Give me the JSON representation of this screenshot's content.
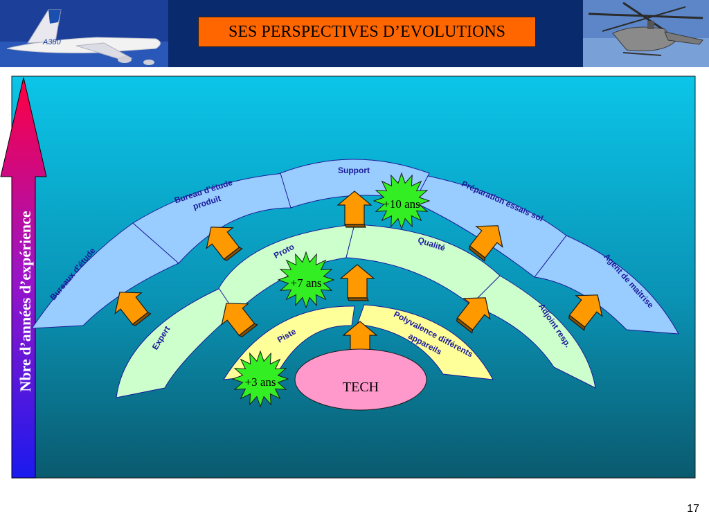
{
  "header": {
    "title": "SES PERSPECTIVES D’EVOLUTIONS",
    "left_image_text": "A380",
    "left_image": "airplane-image",
    "right_image": "helicopter-image"
  },
  "diagram": {
    "axis_label": "Nbre d’années d’expérience",
    "center": "TECH",
    "bursts": {
      "b3": "+3 ans",
      "b7": "+7 ans",
      "b10": "+10 ans"
    },
    "inner_arcs": {
      "piste": "Piste",
      "polyvalence_1": "Polyvalence différents",
      "polyvalence_2": "appareils"
    },
    "middle_arcs": {
      "expert": "Expert",
      "proto": "Proto",
      "qualite": "Qualité",
      "adjoint": "Adjoint resp."
    },
    "outer_arcs": {
      "bureaux": "Bureaux d’étude",
      "bureau_1": "Bureau d’étude",
      "bureau_2": "produit",
      "support": "Support",
      "preparation": "Préparation essais sol",
      "agent": "Agent de maitrise"
    },
    "colors": {
      "background_top": "#0bc5e8",
      "background_bottom": "#0a5a6e",
      "inner_arc": "#ffff99",
      "middle_arc": "#ccffcc",
      "outer_arc": "#99ccff",
      "arrow": "#ff9900",
      "burst": "#33ee22",
      "center": "#ff99cc"
    }
  },
  "page_number": "17"
}
